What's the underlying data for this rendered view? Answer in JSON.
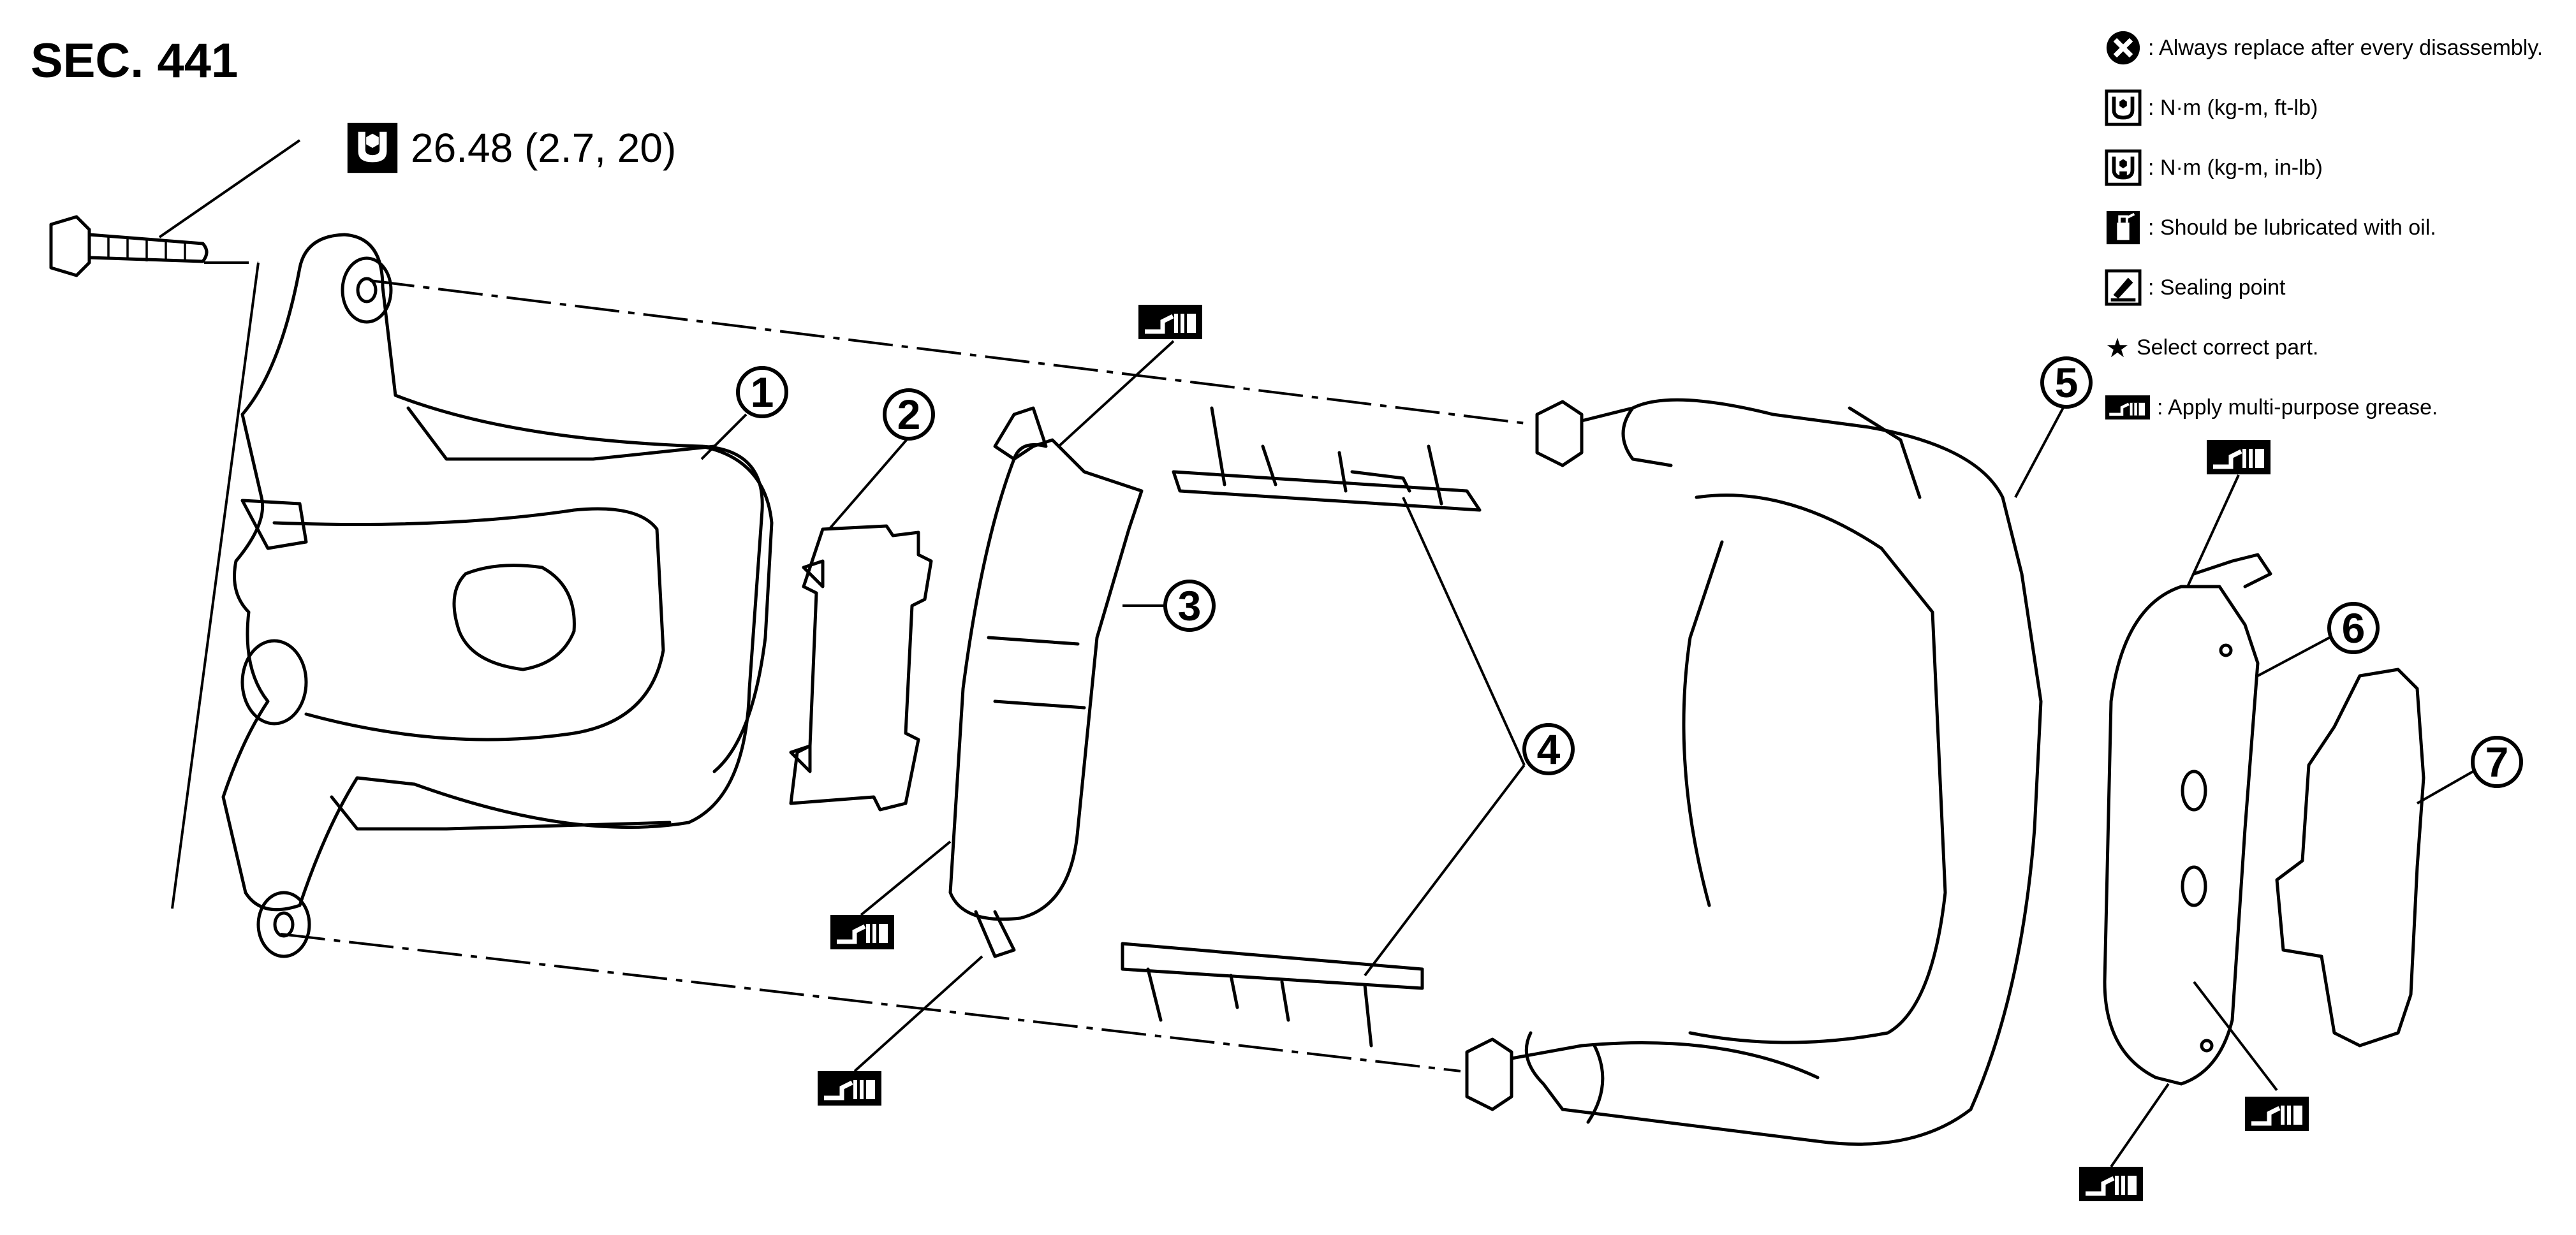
{
  "section_label": "SEC. 441",
  "torque_spec": "26.48 (2.7, 20)",
  "legend": [
    {
      "icon": "replace-icon",
      "text": ": Always replace after every disassembly."
    },
    {
      "icon": "torque-wrench-icon",
      "text": ": N·m (kg-m, ft-lb)"
    },
    {
      "icon": "torque-wrench-small-icon",
      "text": ": N·m (kg-m, in-lb)"
    },
    {
      "icon": "oil-can-icon",
      "text": ": Should be lubricated with oil."
    },
    {
      "icon": "sealing-icon",
      "text": ": Sealing point"
    },
    {
      "icon": "star-icon",
      "text": "Select correct part."
    },
    {
      "icon": "grease-icon",
      "text": ": Apply multi-purpose grease."
    }
  ],
  "callouts": [
    "1",
    "2",
    "3",
    "4",
    "5",
    "6",
    "7"
  ],
  "star_glyph": "★"
}
